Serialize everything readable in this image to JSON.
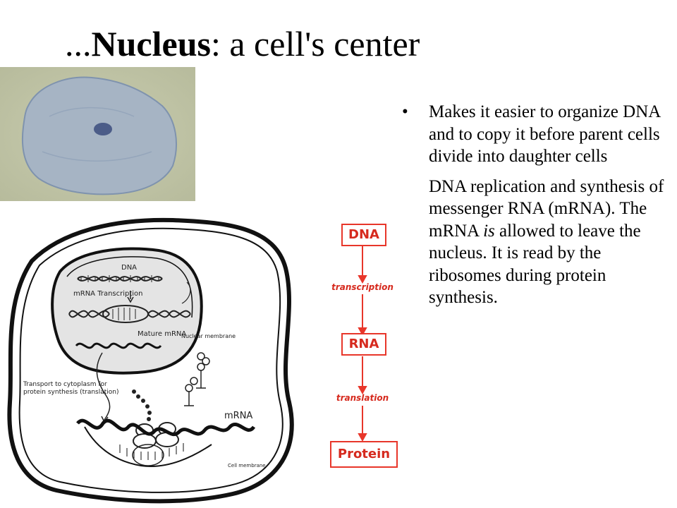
{
  "slide": {
    "title_prefix": "...",
    "title_bold": "Nucleus",
    "title_rest": ": a cell's center"
  },
  "bullets": [
    {
      "marker": "•",
      "text": "Makes it easier to organize DNA and to copy it before parent cells divide into daughter cells"
    },
    {
      "marker": "",
      "text_before": "DNA replication and synthesis of messenger RNA (mRNA). The mRNA ",
      "text_italic": "is",
      "text_after": " allowed to leave the nucleus. It is read by the ribosomes during protein synthesis."
    }
  ],
  "cell_diagram": {
    "labels": {
      "dna": "DNA",
      "transcription": "mRNA Transcription",
      "mature": "Mature mRNA",
      "nuclear_membrane": "Nuclear membrane",
      "transport_line1": "Transport to cytoplasm for",
      "transport_line2": "protein synthesis (translation)",
      "mrna": "mRNA",
      "cell_membrane": "Cell membrane"
    }
  },
  "flow": {
    "boxes": [
      "DNA",
      "RNA",
      "Protein"
    ],
    "steps": [
      "transcription",
      "translation"
    ],
    "color": "#d62a1e"
  }
}
